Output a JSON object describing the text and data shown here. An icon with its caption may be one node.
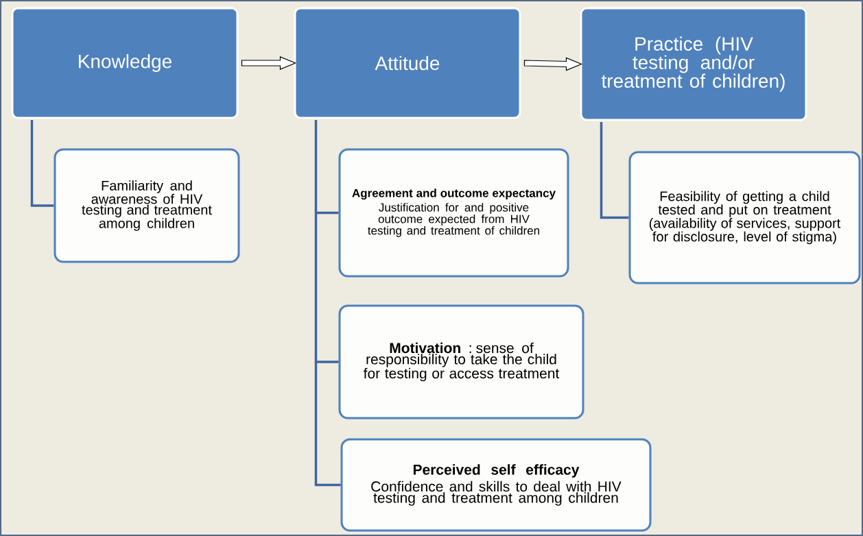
{
  "diagram": {
    "nodes": [
      {
        "text": [
          "Knowledge"
        ]
      },
      {
        "text": [
          "Attitude"
        ]
      },
      {
        "text": [
          "Practice (HIV testing and/or treatment of children)"
        ]
      },
      {
        "text": [
          "Familiarity and awareness of HIV testing and treatment among children"
        ]
      },
      {
        "text": [
          "Agreement and outcome expectancy",
          "Justification for  and positive outcome expected  from HIV testing and treatment of children"
        ]
      },
      {
        "text": [
          "**Motivation** : sense of responsibility to take the child for testing or access treatment"
        ]
      },
      {
        "text": [
          "Perceived self efficacy",
          "Confidence  and skills to deal with HIV testing and treatment among children"
        ]
      },
      {
        "text": [
          "Feasibility  of  getting a child tested and put on treatment (availability of services, support for disclosure, level of stigma)"
        ]
      }
    ],
    "edges": [
      {
        "from": 0,
        "to": 1,
        "arrow": "to"
      },
      {
        "from": 1,
        "to": 2,
        "arrow": "to"
      },
      {
        "from": 0,
        "to": 3,
        "arrow": "none"
      },
      {
        "from": 1,
        "to": 4,
        "arrow": "none"
      },
      {
        "from": 1,
        "to": 5,
        "arrow": "none"
      },
      {
        "from": 1,
        "to": 6,
        "arrow": "none"
      },
      {
        "from": 2,
        "to": 7,
        "arrow": "none"
      }
    ]
  }
}
